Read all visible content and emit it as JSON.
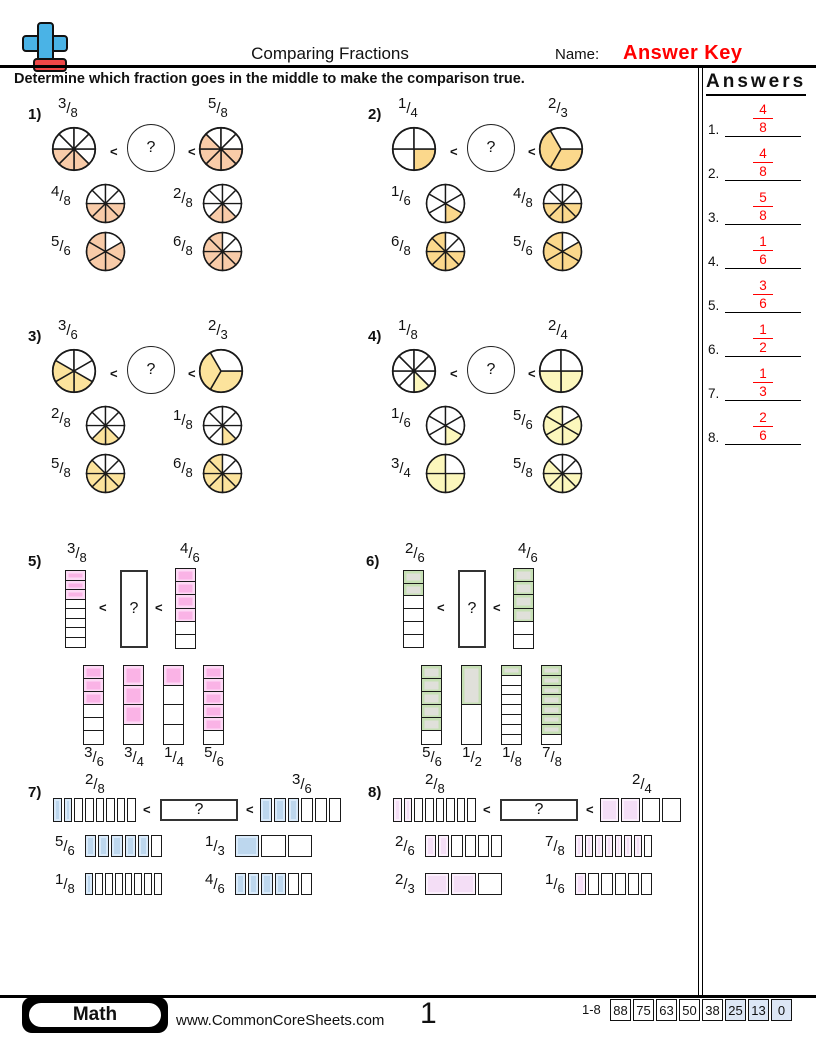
{
  "header": {
    "title": "Comparing Fractions",
    "name_label": "Name:",
    "name_value": "Answer Key",
    "logo_icon": "plus-sign-logo"
  },
  "instruction": "Determine which fraction goes in the middle to make the comparison true.",
  "symbols": {
    "less_than": "<",
    "unknown": "?"
  },
  "answers_panel": {
    "title": "Answers",
    "answer_color": "#ff0000",
    "items": [
      {
        "index": "1.",
        "num": "4",
        "den": "8"
      },
      {
        "index": "2.",
        "num": "4",
        "den": "8"
      },
      {
        "index": "3.",
        "num": "5",
        "den": "8"
      },
      {
        "index": "4.",
        "num": "1",
        "den": "6"
      },
      {
        "index": "5.",
        "num": "3",
        "den": "6"
      },
      {
        "index": "6.",
        "num": "1",
        "den": "2"
      },
      {
        "index": "7.",
        "num": "1",
        "den": "3"
      },
      {
        "index": "8.",
        "num": "2",
        "den": "6"
      }
    ]
  },
  "problems": [
    {
      "id": "1)",
      "style": "pie",
      "fill": "#f8cba8",
      "inner": "#fbdfc8",
      "left": {
        "num": "3",
        "den": "8"
      },
      "right": {
        "num": "5",
        "den": "8"
      },
      "options": [
        {
          "num": "4",
          "den": "8"
        },
        {
          "num": "2",
          "den": "8"
        },
        {
          "num": "5",
          "den": "6"
        },
        {
          "num": "6",
          "den": "8"
        }
      ]
    },
    {
      "id": "2)",
      "style": "pie",
      "fill": "#fbd88c",
      "inner": "#fde7b8",
      "left": {
        "num": "1",
        "den": "4"
      },
      "right": {
        "num": "2",
        "den": "3"
      },
      "options": [
        {
          "num": "1",
          "den": "6"
        },
        {
          "num": "4",
          "den": "8"
        },
        {
          "num": "6",
          "den": "8"
        },
        {
          "num": "5",
          "den": "6"
        }
      ]
    },
    {
      "id": "3)",
      "style": "pie",
      "fill": "#fce39c",
      "inner": "#fdeec4",
      "left": {
        "num": "3",
        "den": "6"
      },
      "right": {
        "num": "2",
        "den": "3"
      },
      "options": [
        {
          "num": "2",
          "den": "8"
        },
        {
          "num": "1",
          "den": "8"
        },
        {
          "num": "5",
          "den": "8"
        },
        {
          "num": "6",
          "den": "8"
        }
      ]
    },
    {
      "id": "4)",
      "style": "pie",
      "fill": "#fcf7bc",
      "inner": "#fdfad6",
      "left": {
        "num": "1",
        "den": "8"
      },
      "right": {
        "num": "2",
        "den": "4"
      },
      "options": [
        {
          "num": "1",
          "den": "6"
        },
        {
          "num": "5",
          "den": "6"
        },
        {
          "num": "3",
          "den": "4"
        },
        {
          "num": "5",
          "den": "8"
        }
      ]
    },
    {
      "id": "5)",
      "style": "vbar",
      "fill": "#fab3e6",
      "inner": "#fdd9f5",
      "left": {
        "num": "3",
        "den": "8"
      },
      "right": {
        "num": "4",
        "den": "6"
      },
      "options": [
        {
          "num": "3",
          "den": "6"
        },
        {
          "num": "3",
          "den": "4"
        },
        {
          "num": "1",
          "den": "4"
        },
        {
          "num": "5",
          "den": "6"
        }
      ]
    },
    {
      "id": "6)",
      "style": "vbar",
      "fill": "#e0e0da",
      "inner": "#c6e0b4",
      "left": {
        "num": "2",
        "den": "6"
      },
      "right": {
        "num": "4",
        "den": "6"
      },
      "options": [
        {
          "num": "5",
          "den": "6"
        },
        {
          "num": "1",
          "den": "2"
        },
        {
          "num": "1",
          "den": "8"
        },
        {
          "num": "7",
          "den": "8"
        }
      ]
    },
    {
      "id": "7)",
      "style": "hbar",
      "fill": "#bdd7ee",
      "inner": "#d9eafa",
      "left": {
        "num": "2",
        "den": "8"
      },
      "right": {
        "num": "3",
        "den": "6"
      },
      "options": [
        {
          "num": "5",
          "den": "6"
        },
        {
          "num": "1",
          "den": "3"
        },
        {
          "num": "1",
          "den": "8"
        },
        {
          "num": "4",
          "den": "6"
        }
      ]
    },
    {
      "id": "8)",
      "style": "hbar",
      "fill": "#f4def6",
      "inner": "#fbeffc",
      "left": {
        "num": "2",
        "den": "8"
      },
      "right": {
        "num": "2",
        "den": "4"
      },
      "options": [
        {
          "num": "2",
          "den": "6"
        },
        {
          "num": "7",
          "den": "8"
        },
        {
          "num": "2",
          "den": "3"
        },
        {
          "num": "1",
          "den": "6"
        }
      ]
    }
  ],
  "footer": {
    "badge": "Math",
    "website": "www.CommonCoreSheets.com",
    "page_number": "1",
    "score_range": "1-8",
    "score_cells": [
      "88",
      "75",
      "63",
      "50",
      "38",
      "25",
      "13",
      "0"
    ],
    "score_highlight_color": "#dce6f5",
    "highlight_from_index": 5
  }
}
